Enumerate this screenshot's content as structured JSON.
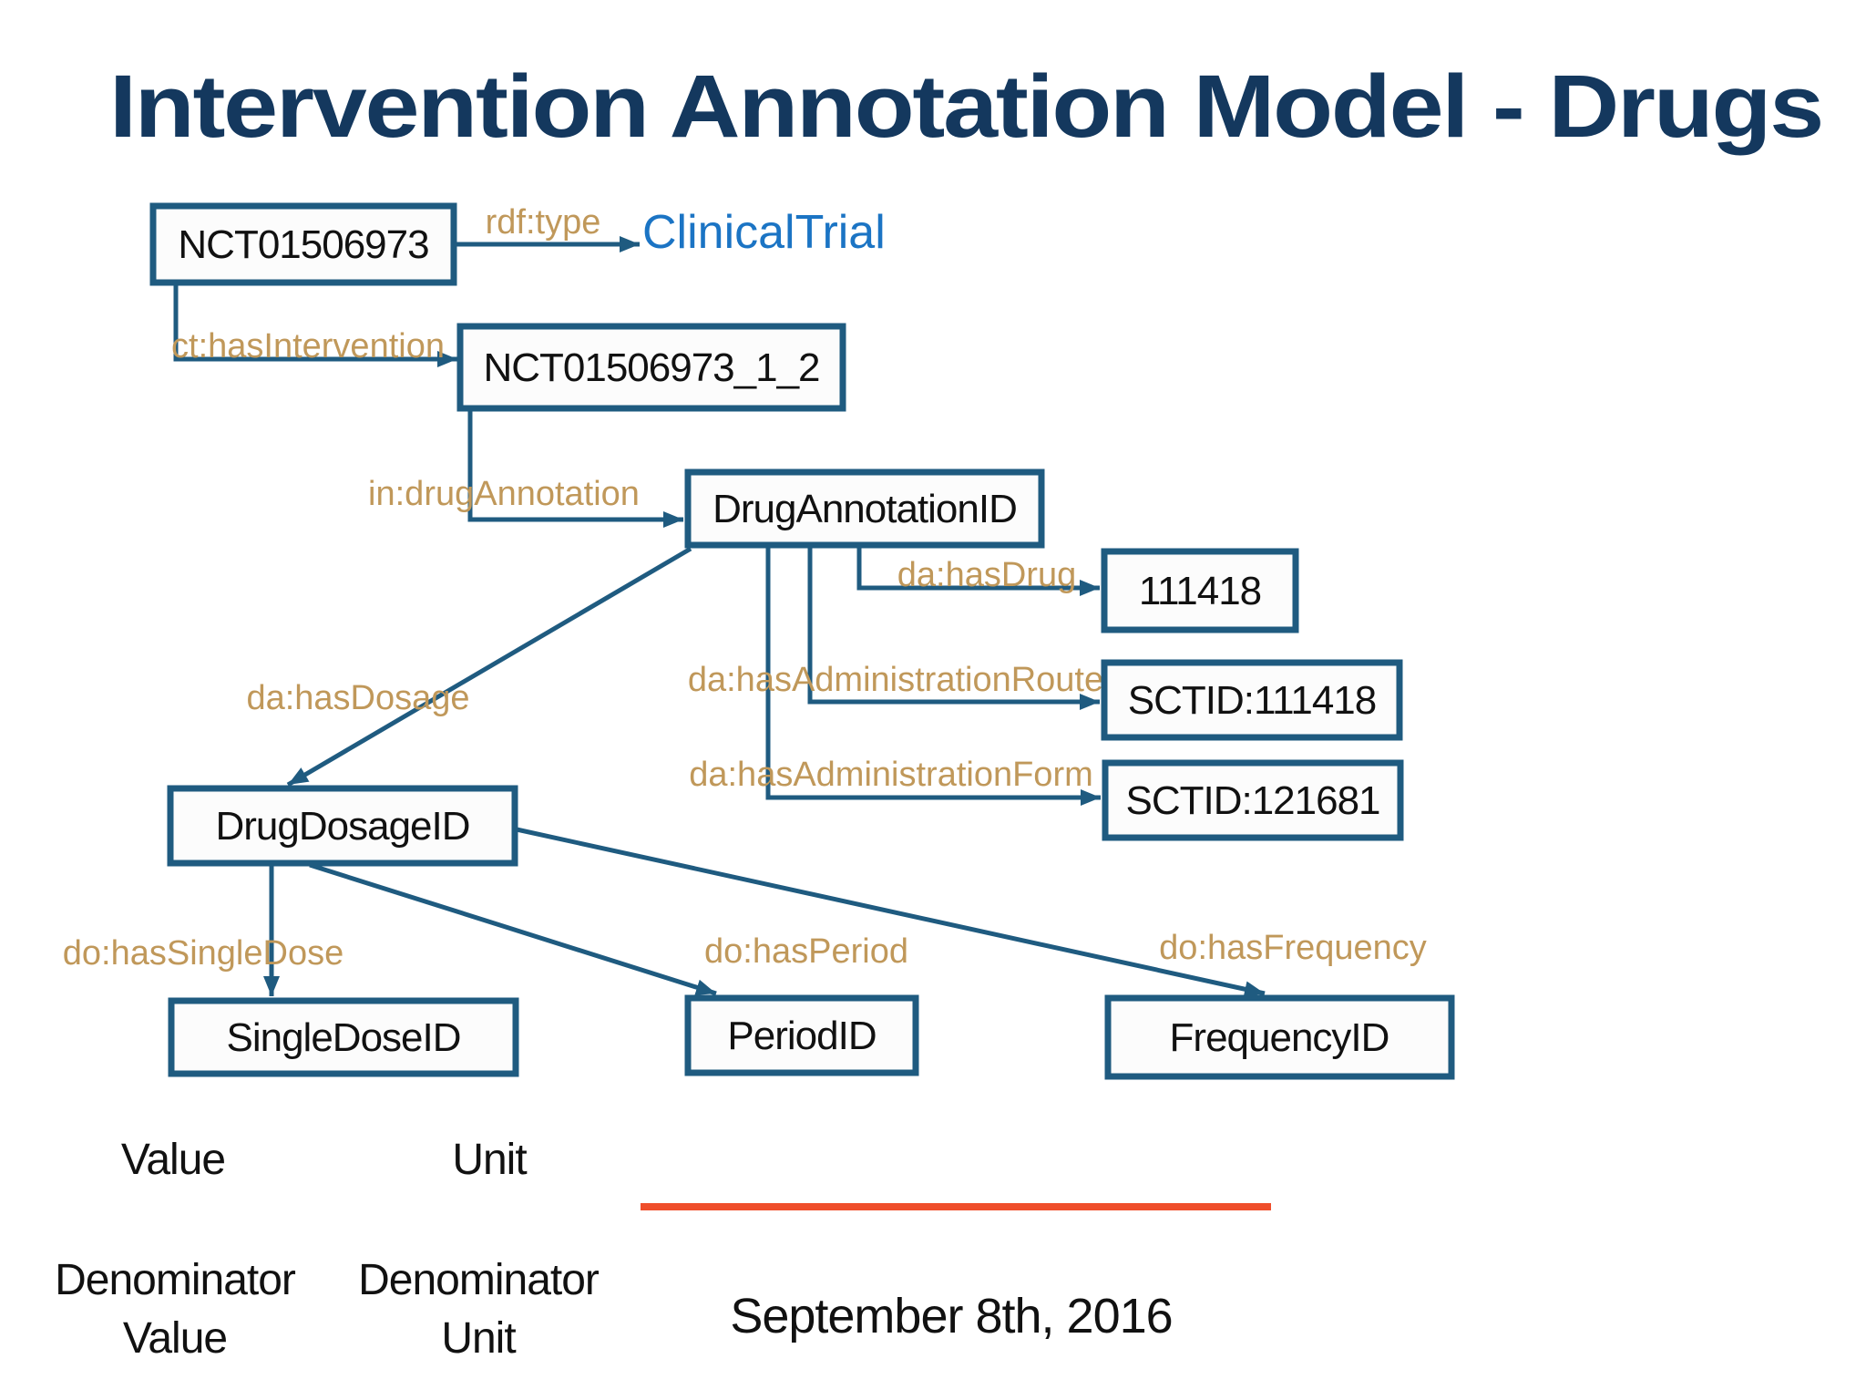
{
  "title": "Intervention Annotation Model - Drugs",
  "colors": {
    "navy": "#14385E",
    "node": "#1F5B80",
    "gold": "#C0985A",
    "blue": "#1B74C4",
    "orange": "#EF4E2B",
    "ink": "#111111",
    "boxfill": "#FCFCFC",
    "bg": "#FFFFFF"
  },
  "nodes": {
    "trial": {
      "label": "NCT01506973"
    },
    "intervention": {
      "label": "NCT01506973_1_2"
    },
    "drug_annotation": {
      "label": "DrugAnnotationID"
    },
    "drug": {
      "label": "111418"
    },
    "route": {
      "label": "SCTID:111418"
    },
    "form": {
      "label": "SCTID:121681"
    },
    "dosage": {
      "label": "DrugDosageID"
    },
    "single_dose": {
      "label": "SingleDoseID"
    },
    "period": {
      "label": "PeriodID"
    },
    "frequency": {
      "label": "FrequencyID"
    },
    "clinical_trial": {
      "label": "ClinicalTrial"
    }
  },
  "edge_labels": {
    "rdf_type": "rdf:type",
    "has_intervention": "ct:hasIntervention",
    "drug_annotation": "in:drugAnnotation",
    "has_drug": "da:hasDrug",
    "has_administration_route": "da:hasAdministrationRoute",
    "has_administration_form": "da:hasAdministrationForm",
    "has_dosage": "da:hasDosage",
    "has_single_dose": "do:hasSingleDose",
    "has_period": "do:hasPeriod",
    "has_frequency": "do:hasFrequency"
  },
  "footer": {
    "value": "Value",
    "unit": "Unit",
    "denominator_value_line1": "Denominator",
    "denominator_value_line2": "Value",
    "denominator_unit_line1": "Denominator",
    "denominator_unit_line2": "Unit",
    "date": "September 8th, 2016"
  }
}
